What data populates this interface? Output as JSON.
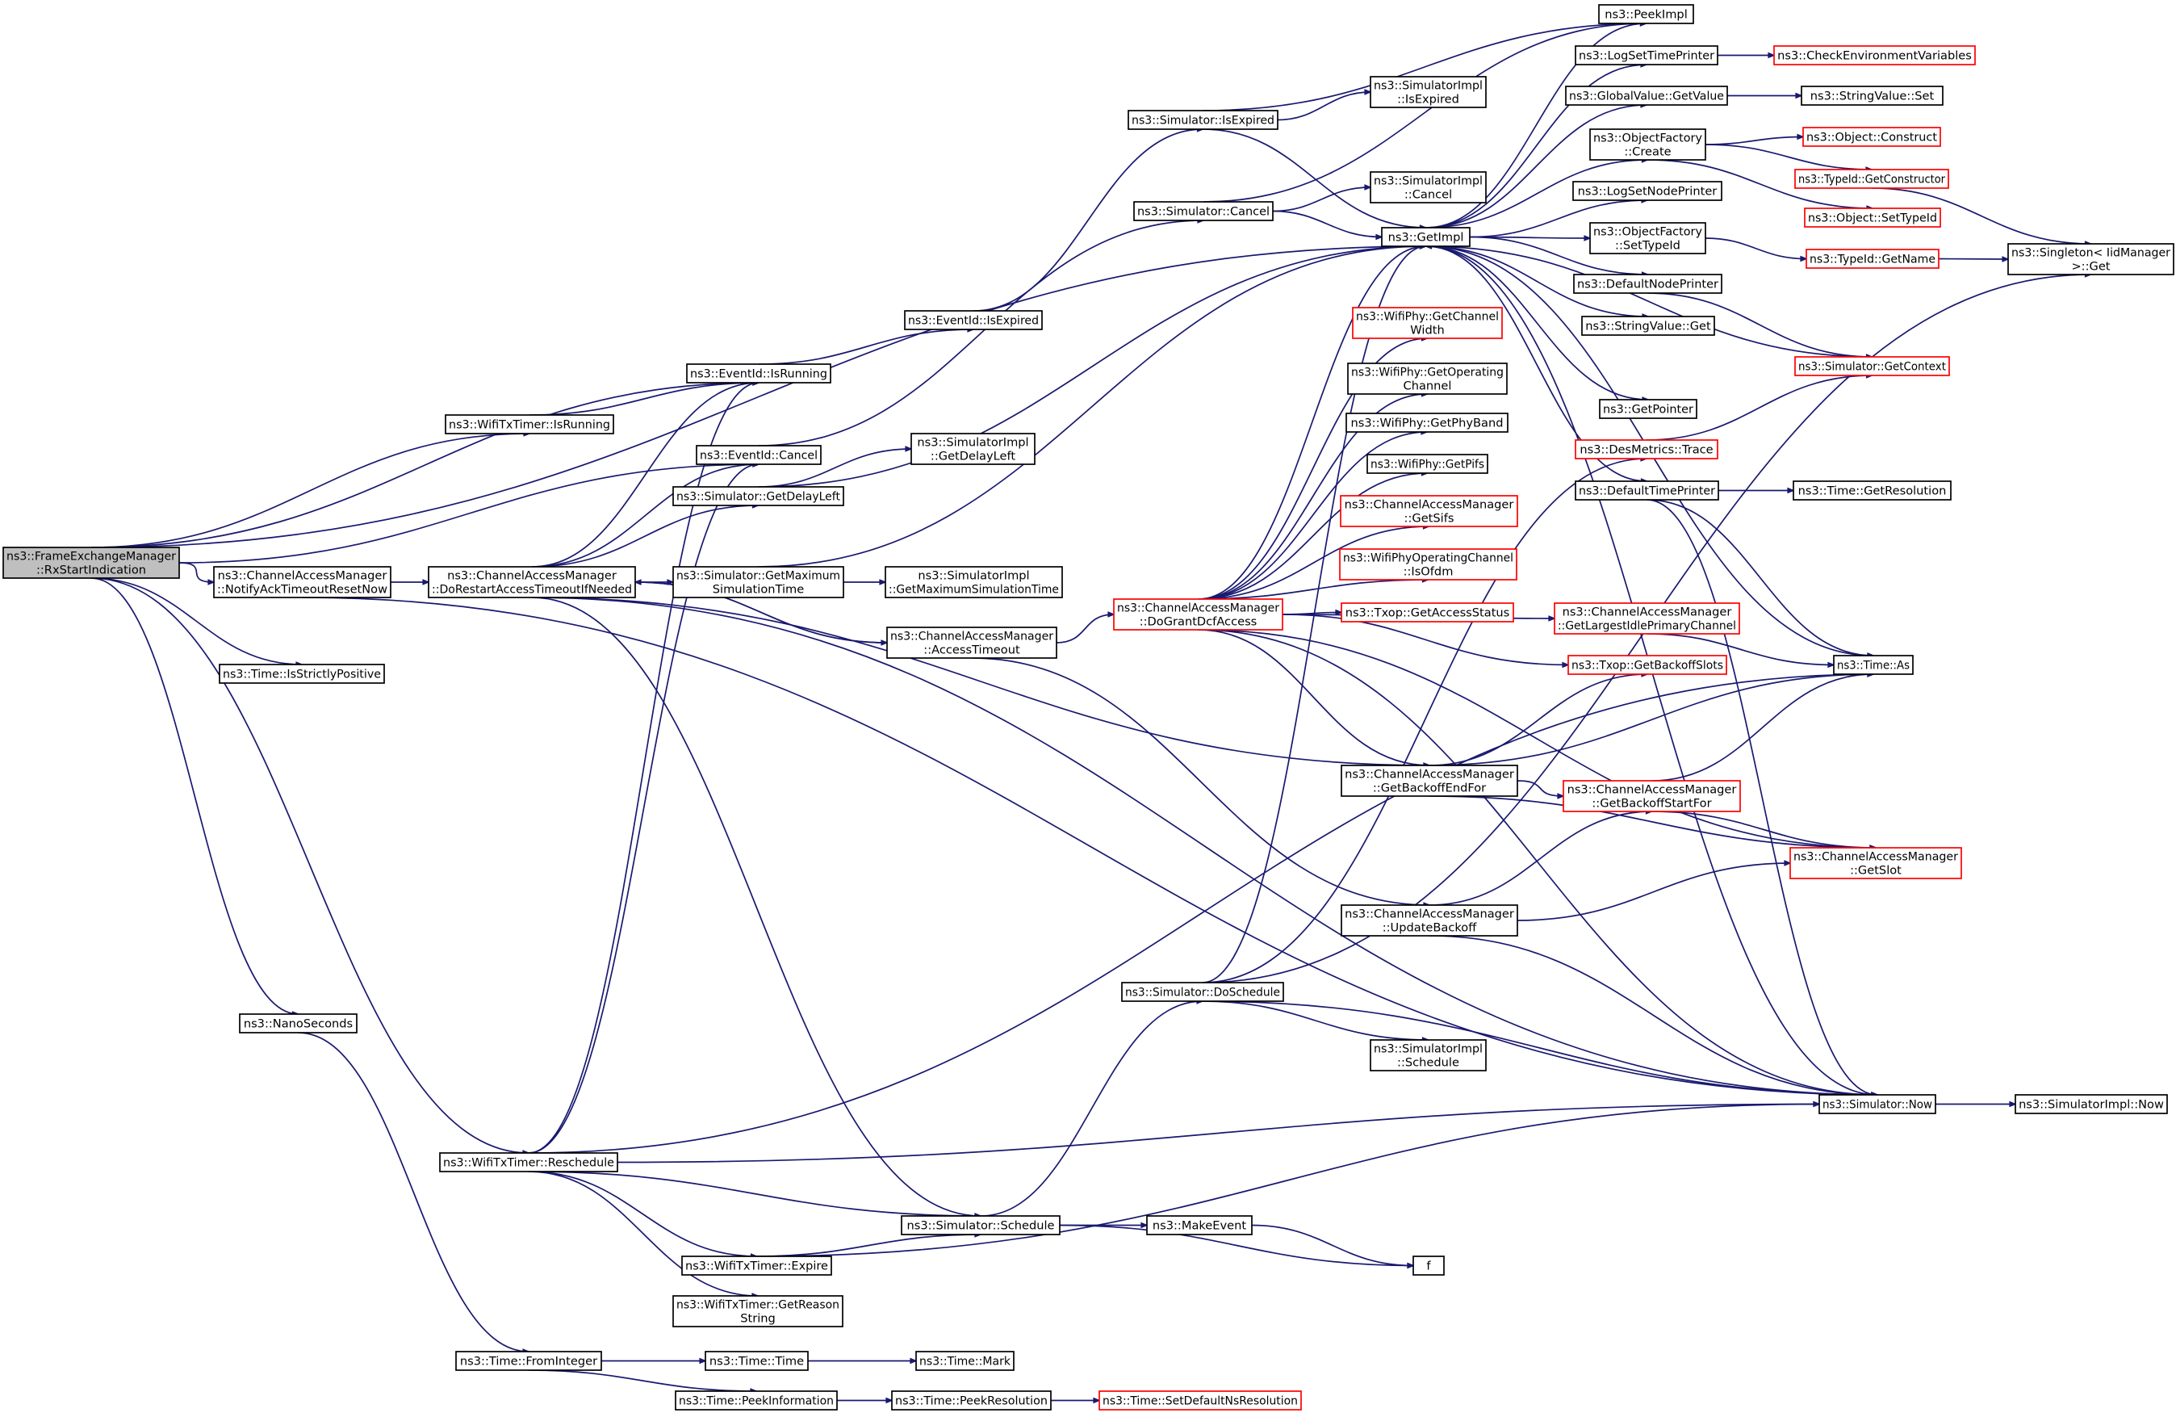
{
  "colors": {
    "edge": "#191970",
    "node_border": "#000000",
    "node_border_truncated": "#ff0000",
    "root_fill": "#bfbfbf",
    "node_fill": "#ffffff"
  },
  "nodes": [
    {
      "id": "root",
      "lines": [
        "ns3::FrameExchangeManager",
        "::RxStartIndication"
      ],
      "style": "root"
    },
    {
      "id": "eventid_isrunning",
      "lines": [
        "ns3::EventId::IsRunning"
      ]
    },
    {
      "id": "wifitxtimer_isrunning",
      "lines": [
        "ns3::WifiTxTimer::IsRunning"
      ]
    },
    {
      "id": "eventid_cancel",
      "lines": [
        "ns3::EventId::Cancel"
      ]
    },
    {
      "id": "sim_getdelayleft",
      "lines": [
        "ns3::Simulator::GetDelayLeft"
      ]
    },
    {
      "id": "cam_notifyack",
      "lines": [
        "ns3::ChannelAccessManager",
        "::NotifyAckTimeoutResetNow"
      ]
    },
    {
      "id": "cam_dorestart",
      "lines": [
        "ns3::ChannelAccessManager",
        "::DoRestartAccessTimeoutIfNeeded"
      ]
    },
    {
      "id": "sim_getmaxsim",
      "lines": [
        "ns3::Simulator::GetMaximum",
        "SimulationTime"
      ]
    },
    {
      "id": "time_isstrictlypositive",
      "lines": [
        "ns3::Time::IsStrictlyPositive"
      ]
    },
    {
      "id": "nanoseconds",
      "lines": [
        "ns3::NanoSeconds"
      ]
    },
    {
      "id": "wifitxtimer_reschedule",
      "lines": [
        "ns3::WifiTxTimer::Reschedule"
      ]
    },
    {
      "id": "time_frominteger",
      "lines": [
        "ns3::Time::FromInteger"
      ]
    },
    {
      "id": "time_time",
      "lines": [
        "ns3::Time::Time"
      ]
    },
    {
      "id": "time_mark",
      "lines": [
        "ns3::Time::Mark"
      ]
    },
    {
      "id": "time_peekinformation",
      "lines": [
        "ns3::Time::PeekInformation"
      ]
    },
    {
      "id": "time_peekresolution",
      "lines": [
        "ns3::Time::PeekResolution"
      ]
    },
    {
      "id": "time_setdefaultns",
      "lines": [
        "ns3::Time::SetDefaultNsResolution"
      ],
      "style": "red"
    },
    {
      "id": "sim_schedule",
      "lines": [
        "ns3::Simulator::Schedule"
      ]
    },
    {
      "id": "wifitxtimer_expire",
      "lines": [
        "ns3::WifiTxTimer::Expire"
      ]
    },
    {
      "id": "wifitxtimer_getreason",
      "lines": [
        "ns3::WifiTxTimer::GetReason",
        "String"
      ]
    },
    {
      "id": "makeevent",
      "lines": [
        "ns3::MakeEvent"
      ]
    },
    {
      "id": "f",
      "lines": [
        "f"
      ]
    },
    {
      "id": "eventid_isexpired",
      "lines": [
        "ns3::EventId::IsExpired"
      ]
    },
    {
      "id": "sim_isexpired",
      "lines": [
        "ns3::Simulator::IsExpired"
      ]
    },
    {
      "id": "simimpl_isexpired",
      "lines": [
        "ns3::SimulatorImpl",
        "::IsExpired"
      ]
    },
    {
      "id": "sim_cancel",
      "lines": [
        "ns3::Simulator::Cancel"
      ]
    },
    {
      "id": "simimpl_cancel",
      "lines": [
        "ns3::SimulatorImpl",
        "::Cancel"
      ]
    },
    {
      "id": "simimpl_getdelayleft",
      "lines": [
        "ns3::SimulatorImpl",
        "::GetDelayLeft"
      ]
    },
    {
      "id": "simimpl_getmaxsim",
      "lines": [
        "ns3::SimulatorImpl",
        "::GetMaximumSimulationTime"
      ]
    },
    {
      "id": "cam_accesstimeout",
      "lines": [
        "ns3::ChannelAccessManager",
        "::AccessTimeout"
      ]
    },
    {
      "id": "cam_dogrant",
      "lines": [
        "ns3::ChannelAccessManager",
        "::DoGrantDcfAccess"
      ],
      "style": "red"
    },
    {
      "id": "getimpl",
      "lines": [
        "ns3::GetImpl"
      ]
    },
    {
      "id": "peekimpl",
      "lines": [
        "ns3::PeekImpl"
      ]
    },
    {
      "id": "logsettimeprinter",
      "lines": [
        "ns3::LogSetTimePrinter"
      ]
    },
    {
      "id": "checkenv",
      "lines": [
        "ns3::CheckEnvironmentVariables"
      ],
      "style": "red"
    },
    {
      "id": "globalvalue_getvalue",
      "lines": [
        "ns3::GlobalValue::GetValue"
      ]
    },
    {
      "id": "stringvalue_set",
      "lines": [
        "ns3::StringValue::Set"
      ]
    },
    {
      "id": "objectfactory_create",
      "lines": [
        "ns3::ObjectFactory",
        "::Create"
      ]
    },
    {
      "id": "object_construct",
      "lines": [
        "ns3::Object::Construct"
      ],
      "style": "red"
    },
    {
      "id": "typeid_getconstructor",
      "lines": [
        "ns3::TypeId::GetConstructor"
      ],
      "style": "red"
    },
    {
      "id": "object_settypeid",
      "lines": [
        "ns3::Object::SetTypeId"
      ],
      "style": "red"
    },
    {
      "id": "logsetnodeprinter",
      "lines": [
        "ns3::LogSetNodePrinter"
      ]
    },
    {
      "id": "objectfactory_settypeid",
      "lines": [
        "ns3::ObjectFactory",
        "::SetTypeId"
      ]
    },
    {
      "id": "typeid_getname",
      "lines": [
        "ns3::TypeId::GetName"
      ],
      "style": "red"
    },
    {
      "id": "singleton_get",
      "lines": [
        "ns3::Singleton< IidManager",
        ">::Get"
      ]
    },
    {
      "id": "defaultnodeprinter",
      "lines": [
        "ns3::DefaultNodePrinter"
      ]
    },
    {
      "id": "stringvalue_get",
      "lines": [
        "ns3::StringValue::Get"
      ]
    },
    {
      "id": "sim_getcontext",
      "lines": [
        "ns3::Simulator::GetContext"
      ],
      "style": "red"
    },
    {
      "id": "getpointer",
      "lines": [
        "ns3::GetPointer"
      ]
    },
    {
      "id": "desmetrics_trace",
      "lines": [
        "ns3::DesMetrics::Trace"
      ],
      "style": "red"
    },
    {
      "id": "defaulttimeprinter",
      "lines": [
        "ns3::DefaultTimePrinter"
      ]
    },
    {
      "id": "time_getresolution",
      "lines": [
        "ns3::Time::GetResolution"
      ]
    },
    {
      "id": "wifiphy_getchannelwidth",
      "lines": [
        "ns3::WifiPhy::GetChannel",
        "Width"
      ],
      "style": "red"
    },
    {
      "id": "wifiphy_getopchannel",
      "lines": [
        "ns3::WifiPhy::GetOperating",
        "Channel"
      ]
    },
    {
      "id": "wifiphy_getphyband",
      "lines": [
        "ns3::WifiPhy::GetPhyBand"
      ]
    },
    {
      "id": "wifiphy_getpifs",
      "lines": [
        "ns3::WifiPhy::GetPifs"
      ]
    },
    {
      "id": "cam_getsifs",
      "lines": [
        "ns3::ChannelAccessManager",
        "::GetSifs"
      ],
      "style": "red"
    },
    {
      "id": "wifiphyopchannel_isofdm",
      "lines": [
        "ns3::WifiPhyOperatingChannel",
        "::IsOfdm"
      ],
      "style": "red"
    },
    {
      "id": "txop_getaccessstatus",
      "lines": [
        "ns3::Txop::GetAccessStatus"
      ],
      "style": "red"
    },
    {
      "id": "cam_getlargestidle",
      "lines": [
        "ns3::ChannelAccessManager",
        "::GetLargestIdlePrimaryChannel"
      ],
      "style": "red"
    },
    {
      "id": "txop_getbackoffslots",
      "lines": [
        "ns3::Txop::GetBackoffSlots"
      ],
      "style": "red"
    },
    {
      "id": "time_as",
      "lines": [
        "ns3::Time::As"
      ]
    },
    {
      "id": "cam_getbackoffendfor",
      "lines": [
        "ns3::ChannelAccessManager",
        "::GetBackoffEndFor"
      ]
    },
    {
      "id": "cam_getbackoffstartfor",
      "lines": [
        "ns3::ChannelAccessManager",
        "::GetBackoffStartFor"
      ],
      "style": "red"
    },
    {
      "id": "cam_getslot",
      "lines": [
        "ns3::ChannelAccessManager",
        "::GetSlot"
      ],
      "style": "red"
    },
    {
      "id": "cam_updatebackoff",
      "lines": [
        "ns3::ChannelAccessManager",
        "::UpdateBackoff"
      ]
    },
    {
      "id": "sim_doschedule",
      "lines": [
        "ns3::Simulator::DoSchedule"
      ]
    },
    {
      "id": "simimpl_schedule",
      "lines": [
        "ns3::SimulatorImpl",
        "::Schedule"
      ]
    },
    {
      "id": "sim_now",
      "lines": [
        "ns3::Simulator::Now"
      ]
    },
    {
      "id": "simimpl_now",
      "lines": [
        "ns3::SimulatorImpl::Now"
      ]
    }
  ],
  "edges": [
    [
      "root",
      "eventid_isrunning"
    ],
    [
      "root",
      "wifitxtimer_isrunning"
    ],
    [
      "root",
      "eventid_cancel"
    ],
    [
      "root",
      "getimpl"
    ],
    [
      "root",
      "cam_notifyack"
    ],
    [
      "root",
      "time_isstrictlypositive"
    ],
    [
      "root",
      "nanoseconds"
    ],
    [
      "root",
      "wifitxtimer_reschedule"
    ],
    [
      "wifitxtimer_isrunning",
      "eventid_isrunning"
    ],
    [
      "eventid_isrunning",
      "eventid_isexpired"
    ],
    [
      "eventid_isexpired",
      "sim_isexpired"
    ],
    [
      "sim_isexpired",
      "peekimpl"
    ],
    [
      "sim_isexpired",
      "simimpl_isexpired"
    ],
    [
      "sim_isexpired",
      "getimpl"
    ],
    [
      "eventid_cancel",
      "sim_cancel"
    ],
    [
      "sim_cancel",
      "peekimpl"
    ],
    [
      "sim_cancel",
      "simimpl_cancel"
    ],
    [
      "sim_cancel",
      "getimpl"
    ],
    [
      "sim_getdelayleft",
      "simimpl_getdelayleft"
    ],
    [
      "sim_getdelayleft",
      "getimpl"
    ],
    [
      "cam_notifyack",
      "cam_dorestart"
    ],
    [
      "cam_notifyack",
      "sim_now"
    ],
    [
      "cam_dorestart",
      "eventid_isrunning"
    ],
    [
      "cam_dorestart",
      "eventid_cancel"
    ],
    [
      "cam_dorestart",
      "sim_getdelayleft"
    ],
    [
      "cam_dorestart",
      "sim_getmaxsim"
    ],
    [
      "cam_dorestart",
      "cam_accesstimeout"
    ],
    [
      "cam_dorestart",
      "cam_getbackoffendfor"
    ],
    [
      "cam_dorestart",
      "sim_now"
    ],
    [
      "cam_dorestart",
      "sim_schedule"
    ],
    [
      "sim_getmaxsim",
      "getimpl"
    ],
    [
      "sim_getmaxsim",
      "simimpl_getmaxsim"
    ],
    [
      "cam_accesstimeout",
      "cam_dorestart"
    ],
    [
      "cam_accesstimeout",
      "cam_dogrant"
    ],
    [
      "cam_accesstimeout",
      "cam_updatebackoff"
    ],
    [
      "cam_dogrant",
      "wifiphy_getchannelwidth"
    ],
    [
      "cam_dogrant",
      "wifiphy_getopchannel"
    ],
    [
      "cam_dogrant",
      "wifiphy_getphyband"
    ],
    [
      "cam_dogrant",
      "wifiphy_getpifs"
    ],
    [
      "cam_dogrant",
      "cam_getsifs"
    ],
    [
      "cam_dogrant",
      "wifiphyopchannel_isofdm"
    ],
    [
      "cam_dogrant",
      "txop_getaccessstatus"
    ],
    [
      "cam_dogrant",
      "cam_getlargestidle"
    ],
    [
      "cam_dogrant",
      "txop_getbackoffslots"
    ],
    [
      "cam_dogrant",
      "cam_getbackoffendfor"
    ],
    [
      "cam_dogrant",
      "cam_getslot"
    ],
    [
      "cam_dogrant",
      "sim_now"
    ],
    [
      "cam_dogrant",
      "getimpl"
    ],
    [
      "getimpl",
      "peekimpl"
    ],
    [
      "getimpl",
      "logsettimeprinter"
    ],
    [
      "getimpl",
      "globalvalue_getvalue"
    ],
    [
      "getimpl",
      "objectfactory_create"
    ],
    [
      "getimpl",
      "logsetnodeprinter"
    ],
    [
      "getimpl",
      "objectfactory_settypeid"
    ],
    [
      "getimpl",
      "defaultnodeprinter"
    ],
    [
      "getimpl",
      "stringvalue_get"
    ],
    [
      "getimpl",
      "getpointer"
    ],
    [
      "getimpl",
      "defaulttimeprinter"
    ],
    [
      "getimpl",
      "time_as"
    ],
    [
      "getimpl",
      "sim_now"
    ],
    [
      "logsettimeprinter",
      "checkenv"
    ],
    [
      "globalvalue_getvalue",
      "stringvalue_set"
    ],
    [
      "objectfactory_create",
      "object_construct"
    ],
    [
      "objectfactory_create",
      "typeid_getconstructor"
    ],
    [
      "objectfactory_create",
      "object_settypeid"
    ],
    [
      "typeid_getconstructor",
      "singleton_get"
    ],
    [
      "objectfactory_settypeid",
      "typeid_getname"
    ],
    [
      "typeid_getname",
      "singleton_get"
    ],
    [
      "defaultnodeprinter",
      "sim_getcontext"
    ],
    [
      "sim_getcontext",
      "getimpl"
    ],
    [
      "desmetrics_trace",
      "sim_getcontext"
    ],
    [
      "defaulttimeprinter",
      "time_getresolution"
    ],
    [
      "defaulttimeprinter",
      "time_as"
    ],
    [
      "defaulttimeprinter",
      "sim_now"
    ],
    [
      "cam_getlargestidle",
      "time_as"
    ],
    [
      "cam_getbackoffendfor",
      "txop_getbackoffslots"
    ],
    [
      "cam_getbackoffendfor",
      "time_as"
    ],
    [
      "cam_getbackoffendfor",
      "cam_getbackoffstartfor"
    ],
    [
      "cam_getbackoffendfor",
      "cam_getslot"
    ],
    [
      "cam_getbackoffstartfor",
      "time_as"
    ],
    [
      "cam_getbackoffstartfor",
      "cam_getslot"
    ],
    [
      "cam_updatebackoff",
      "cam_getbackoffstartfor"
    ],
    [
      "cam_updatebackoff",
      "cam_getslot"
    ],
    [
      "cam_updatebackoff",
      "sim_now"
    ],
    [
      "sim_doschedule",
      "singleton_get"
    ],
    [
      "sim_doschedule",
      "desmetrics_trace"
    ],
    [
      "sim_doschedule",
      "getimpl"
    ],
    [
      "sim_doschedule",
      "simimpl_schedule"
    ],
    [
      "sim_doschedule",
      "sim_now"
    ],
    [
      "sim_now",
      "simimpl_now"
    ],
    [
      "nanoseconds",
      "time_frominteger"
    ],
    [
      "wifitxtimer_reschedule",
      "eventid_isrunning"
    ],
    [
      "wifitxtimer_reschedule",
      "eventid_cancel"
    ],
    [
      "wifitxtimer_reschedule",
      "time_as"
    ],
    [
      "wifitxtimer_reschedule",
      "sim_now"
    ],
    [
      "wifitxtimer_reschedule",
      "sim_schedule"
    ],
    [
      "wifitxtimer_reschedule",
      "wifitxtimer_expire"
    ],
    [
      "wifitxtimer_reschedule",
      "wifitxtimer_getreason"
    ],
    [
      "wifitxtimer_expire",
      "sim_schedule"
    ],
    [
      "wifitxtimer_expire",
      "sim_now"
    ],
    [
      "sim_schedule",
      "sim_doschedule"
    ],
    [
      "sim_schedule",
      "makeevent"
    ],
    [
      "sim_schedule",
      "f"
    ],
    [
      "makeevent",
      "f"
    ],
    [
      "time_frominteger",
      "time_time"
    ],
    [
      "time_frominteger",
      "time_peekinformation"
    ],
    [
      "time_time",
      "time_mark"
    ],
    [
      "time_peekinformation",
      "time_peekresolution"
    ],
    [
      "time_peekresolution",
      "time_setdefaultns"
    ]
  ]
}
